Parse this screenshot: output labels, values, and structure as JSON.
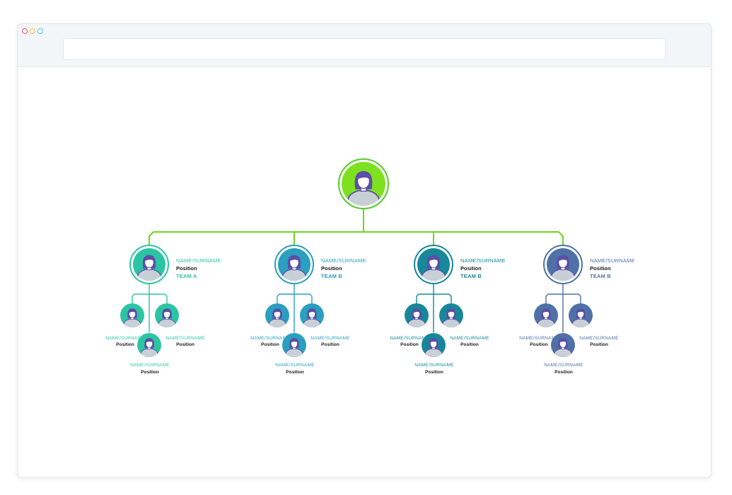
{
  "browser": {
    "window_dots": [
      {
        "name": "close",
        "color": "#f0506e"
      },
      {
        "name": "minimize",
        "color": "#f5b73b"
      },
      {
        "name": "maximize",
        "color": "#4ac3d8"
      }
    ],
    "url": ""
  },
  "colors": {
    "root_ring": "#55cc2a",
    "root_fill": "#7ee11f",
    "connector_root": "#6fd61f",
    "avatar_body": "#5b4fa6",
    "avatar_shirt": "#c9cfd6"
  },
  "org_chart": {
    "root": {
      "icon": "person-avatar-icon"
    },
    "teams": [
      {
        "id": "a",
        "accent": "#2bc5a4",
        "head": {
          "name": "NAME/SURNAME",
          "position": "Position",
          "team": "TEAM A"
        },
        "members": [
          {
            "name": "NAME/SURNAME",
            "position": "Position"
          },
          {
            "name": "NAME/SURNAME",
            "position": "Position"
          },
          {
            "name": "NAME/SURNAME",
            "position": "Position"
          }
        ]
      },
      {
        "id": "b1",
        "accent": "#2a9fc0",
        "head": {
          "name": "NAME/SURNAME",
          "position": "Position",
          "team": "TEAM B"
        },
        "members": [
          {
            "name": "NAME/SURNAME",
            "position": "Position"
          },
          {
            "name": "NAME/SURNAME",
            "position": "Position"
          },
          {
            "name": "NAME/SURNAME",
            "position": "Position"
          }
        ]
      },
      {
        "id": "b2",
        "accent": "#17879a",
        "head": {
          "name": "NAME/SURNAME",
          "position": "Position",
          "team": "TEAM B"
        },
        "members": [
          {
            "name": "NAME/SURNAME",
            "position": "Position"
          },
          {
            "name": "NAME/SURNAME",
            "position": "Position"
          },
          {
            "name": "NAME/SURNAME",
            "position": "Position"
          }
        ]
      },
      {
        "id": "b3",
        "accent": "#4f71a8",
        "head": {
          "name": "NAME/SURNAME",
          "position": "Position",
          "team": "TEAM B"
        },
        "members": [
          {
            "name": "NAME/SURNAME",
            "position": "Position"
          },
          {
            "name": "NAME/SURNAME",
            "position": "Position"
          },
          {
            "name": "NAME/SURNAME",
            "position": "Position"
          }
        ]
      }
    ]
  }
}
